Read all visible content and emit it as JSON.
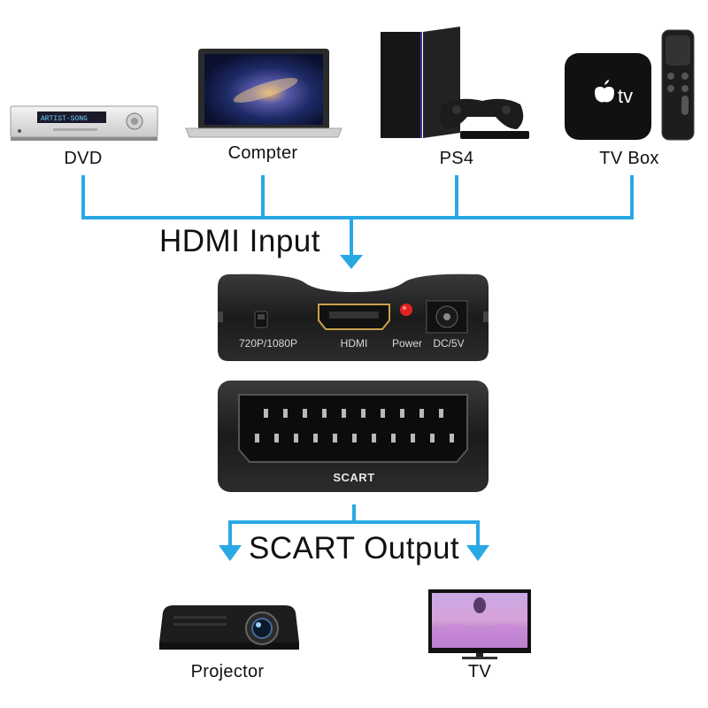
{
  "inputs": {
    "dvd": "DVD",
    "computer": "Compter",
    "ps4": "PS4",
    "tvbox": "TV Box"
  },
  "hdmi_input_label": "HDMI Input",
  "converter": {
    "switch_label": "720P/1080P",
    "hdmi_label": "HDMI",
    "power_label": "Power",
    "dc_label": "DC/5V",
    "scart_label": "SCART"
  },
  "scart_output_label": "SCART Output",
  "outputs": {
    "projector": "Projector",
    "tv": "TV"
  },
  "device_text": {
    "dvd_display": "ARTIST-SONG",
    "apple_tv": "tv"
  },
  "colors": {
    "line": "#29a9e4",
    "device_body": "#1d1d1d",
    "power_led": "#e32222"
  }
}
